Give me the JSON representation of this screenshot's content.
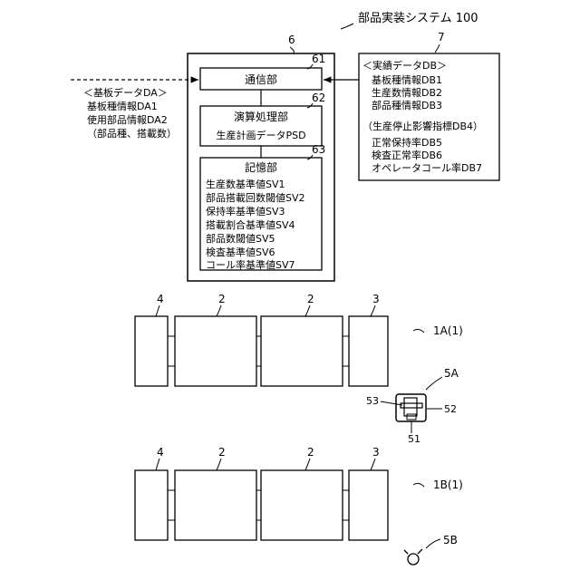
{
  "system": {
    "title": "部品実装システム 100",
    "ref_device": "6",
    "ref_db_box": "7"
  },
  "device": {
    "comm": {
      "ref": "61",
      "label": "通信部"
    },
    "proc": {
      "ref": "62",
      "label": "演算処理部",
      "sub": "生産計画データPSD"
    },
    "storage": {
      "ref": "63",
      "label": "記憶部",
      "items": [
        "生産数基準値SV1",
        "部品搭載回数閾値SV2",
        "保持率基準値SV3",
        "搭載割合基準値SV4",
        "部品数閾値SV5",
        "検査基準値SV6",
        "コール率基準値SV7"
      ]
    }
  },
  "board_data": {
    "title": "＜基板データDA＞",
    "lines": [
      "基板種情報DA1",
      "使用部品情報DA2",
      "（部品種、搭載数）"
    ]
  },
  "results_db": {
    "title": "＜実績データDB＞",
    "lines": [
      "基板種情報DB1",
      "生産数情報DB2",
      "部品種情報DB3"
    ],
    "sub_title": "（生産停止影響指標DB4）",
    "sub_lines": [
      "正常保持率DB5",
      "検査正常率DB6",
      "オペレータコール率DB7"
    ]
  },
  "lines": [
    {
      "label": "1A(1)",
      "refs": [
        "4",
        "2",
        "2",
        "3"
      ]
    },
    {
      "label": "1B(1)",
      "refs": [
        "4",
        "2",
        "2",
        "3"
      ]
    }
  ],
  "operator_a": {
    "label": "5A",
    "refs": [
      "53",
      "52",
      "51"
    ]
  },
  "operator_b": {
    "label": "5B"
  }
}
